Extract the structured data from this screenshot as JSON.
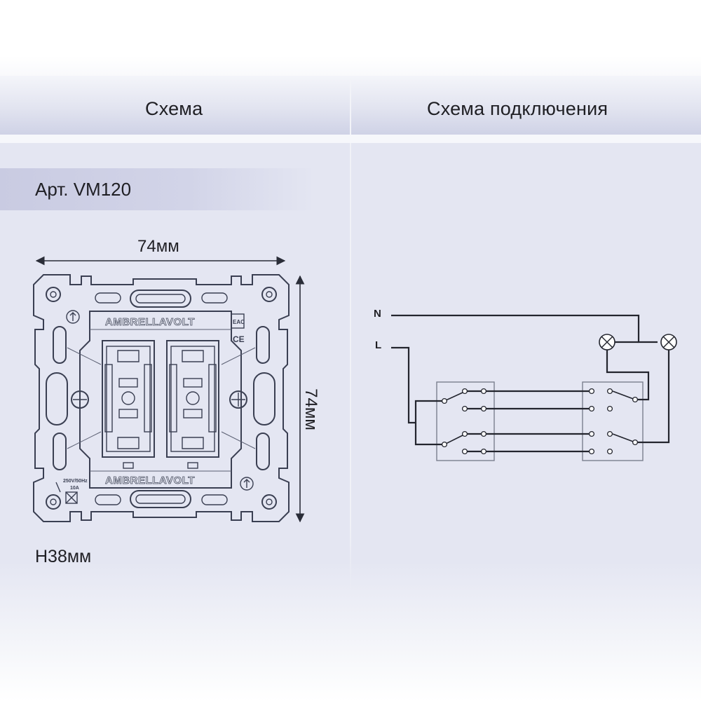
{
  "header": {
    "left_title": "Схема",
    "right_title": "Схема подключения"
  },
  "product": {
    "article": "Арт. VM120",
    "width_dim": "74мм",
    "height_dim": "74мм",
    "depth": "H38мм",
    "brand_top": "AMBRELLAVOLT",
    "brand_bottom": "AMBRELLAVOLT",
    "rating_voltage": "250V/50Hz",
    "rating_current": "10A"
  },
  "wiring": {
    "neutral_label": "N",
    "line_label": "L"
  }
}
